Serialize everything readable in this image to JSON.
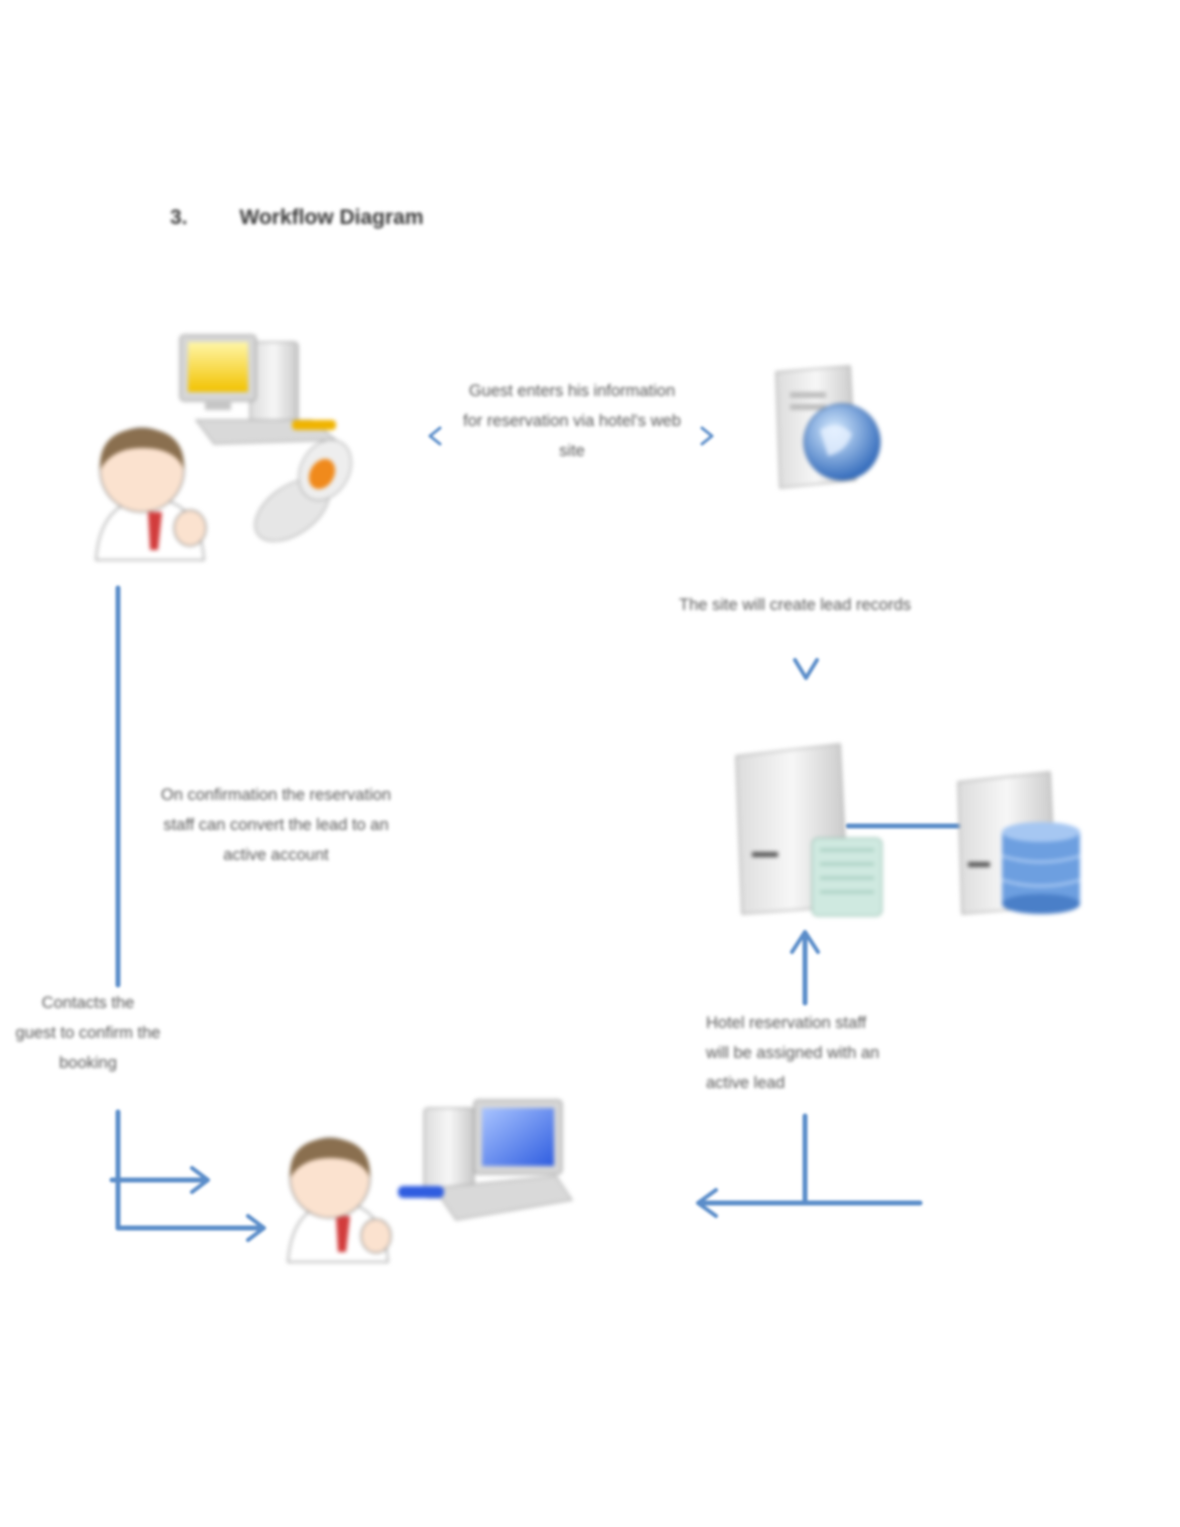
{
  "heading": {
    "number": "3.",
    "title": "Workflow Diagram"
  },
  "labels": {
    "guest_enters": [
      "Guest enters his information",
      "for reservation via hotel's web",
      "site"
    ],
    "site_creates": [
      "The site will create lead records"
    ],
    "on_confirmation": [
      "On confirmation the reservation",
      "staff can convert the lead to an",
      "active account"
    ],
    "contacts_guest": [
      "Contacts the",
      "guest to confirm the",
      "booking"
    ],
    "staff_assigned": [
      "Hotel reservation staff",
      "will be assigned with an",
      "active lead"
    ]
  },
  "nodes": {
    "guest": "guest-with-computer-and-phone",
    "web_server": "web-server",
    "crm_server": "crm-application-server",
    "db_server": "database-server",
    "staff": "reservation-staff-at-computer"
  },
  "colors": {
    "connector": "#5b8dc9",
    "text": "#595959",
    "heading": "#3a3a3a"
  }
}
